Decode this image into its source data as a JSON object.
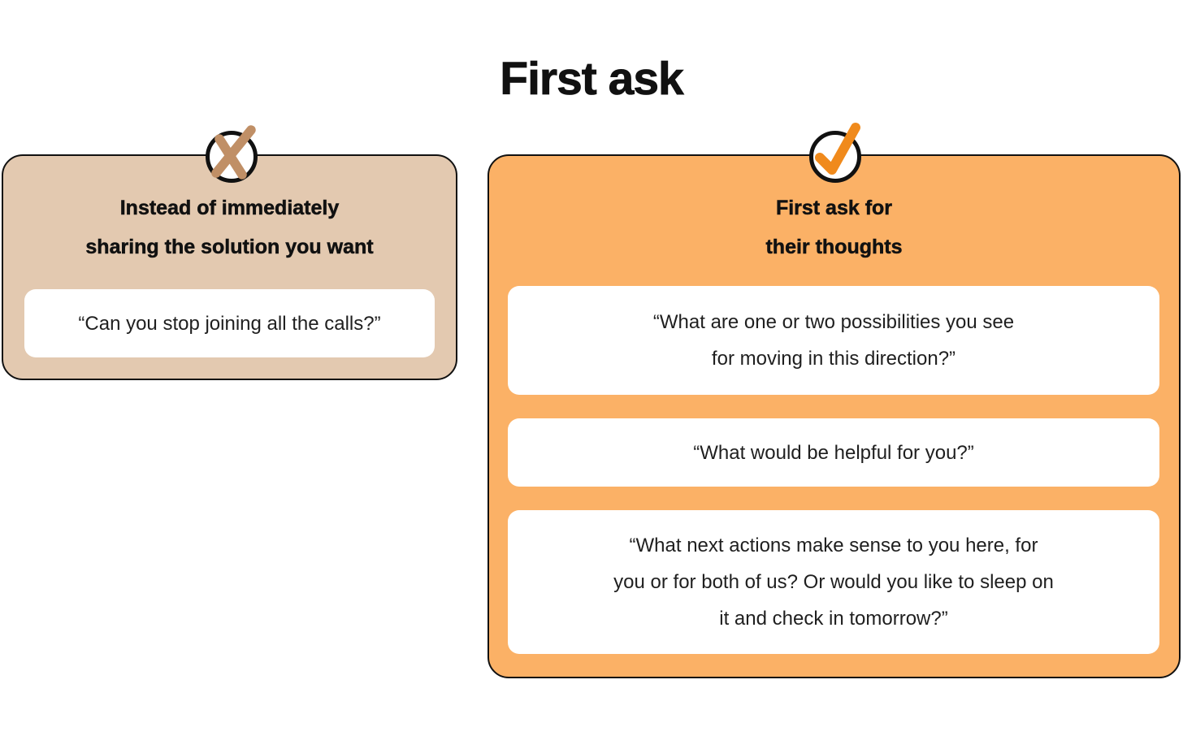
{
  "title": "First ask",
  "colors": {
    "page_bg": "#ffffff",
    "left_card_bg": "#e3c9b0",
    "right_card_bg": "#fbb166",
    "outline": "#111111",
    "heading_text": "#111111",
    "quote_text": "#1f1f1f",
    "box_bg": "#ffffff",
    "x_mark": "#c08f66",
    "check_mark": "#f08a1c"
  },
  "left_card": {
    "badge_icon": "x-mark-icon",
    "heading": [
      "Instead of immediately",
      "sharing the solution you want"
    ],
    "quote_boxes": [
      {
        "lines": [
          "“Can you stop joining all the calls?”"
        ]
      }
    ]
  },
  "right_card": {
    "badge_icon": "check-mark-icon",
    "heading": [
      "First ask for",
      "their thoughts"
    ],
    "quote_boxes": [
      {
        "lines": [
          "“What are one or two possibilities you see",
          "for moving in this direction?”"
        ]
      },
      {
        "lines": [
          "“What would be helpful for you?”"
        ]
      },
      {
        "lines": [
          "“What next actions make sense to you here, for",
          "you or for both of us? Or would you like to sleep on",
          "it and check in tomorrow?”"
        ]
      }
    ]
  }
}
